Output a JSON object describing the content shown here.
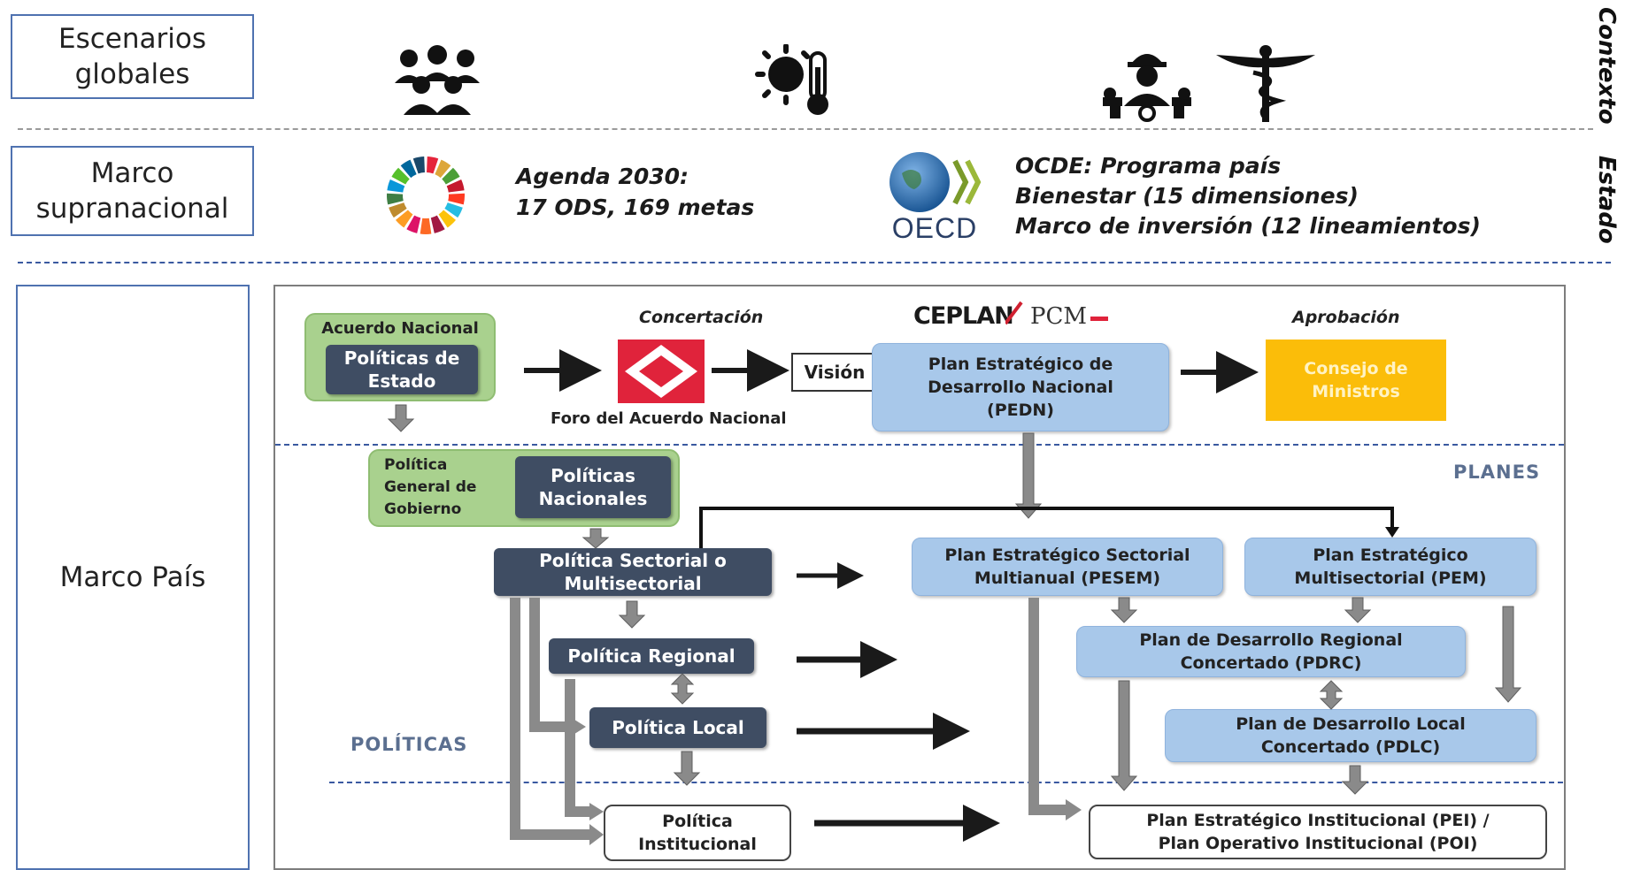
{
  "left_labels": {
    "escenarios": "Escenarios\nglobales",
    "supranacional": "Marco\nsupranacional",
    "pais": "Marco País"
  },
  "right_labels": {
    "contexto": "Contexto",
    "estado": "Estado"
  },
  "icons": [
    "people-group-icon",
    "sun-thermometer-icon",
    "worker-gear-icon",
    "caduceus-icon",
    "sdg-wheel-icon",
    "oecd-globe-icon"
  ],
  "supranational": {
    "agenda_line1": "Agenda 2030:",
    "agenda_line2": "17 ODS, 169 metas",
    "oecd_logo_text": "OECD",
    "ocde_line1": "OCDE: Programa país",
    "ocde_line2": "Bienestar (15 dimensiones)",
    "ocde_line3": "Marco de inversión (12 lineamientos)"
  },
  "top_row": {
    "acuerdo_title": "Acuerdo Nacional",
    "politicas_estado": "Políticas de\nEstado",
    "concertacion": "Concertación",
    "foro": "Foro del Acuerdo Nacional",
    "vision": "Visión",
    "ceplan_logo": "CEPLAN",
    "pcm_logo": "PCM",
    "pedn": "Plan Estratégico de\nDesarrollo Nacional\n(PEDN)",
    "aprobacion": "Aprobación",
    "consejo": "Consejo de\nMinistros"
  },
  "policies": {
    "general_gobierno": "Política\nGeneral de\nGobierno",
    "nacionales": "Políticas\nNacionales",
    "sectorial": "Política Sectorial o\nMultisectorial",
    "regional": "Política Regional",
    "local": "Política Local",
    "institucional": "Política\nInstitucional",
    "section_label": "POLÍTICAS"
  },
  "plans": {
    "section_label": "PLANES",
    "pesem": "Plan Estratégico Sectorial\nMultianual (PESEM)",
    "pem": "Plan Estratégico\nMultisectorial (PEM)",
    "pdrc": "Plan de Desarrollo Regional\nConcertado (PDRC)",
    "pdlc": "Plan de Desarrollo Local\nConcertado (PDLC)",
    "pei_poi": "Plan Estratégico Institucional (PEI) /\nPlan Operativo Institucional (POI)"
  },
  "colors": {
    "box_border": "#4f72b0",
    "green": "#a9d18e",
    "navy": "#3f4d63",
    "light_blue": "#a8c8ea",
    "consejo": "#fbbd09",
    "foro_red": "#e0233b"
  }
}
